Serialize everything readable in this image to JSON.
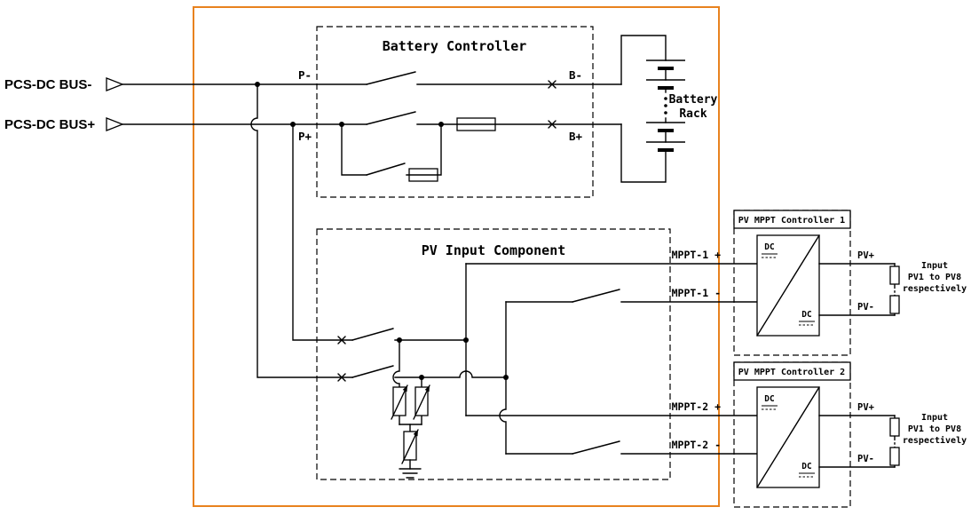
{
  "colors": {
    "line": "#000000",
    "accent_orange": "#e8821e",
    "background": "#ffffff"
  },
  "inputs": {
    "bus_minus": "PCS-DC BUS-",
    "bus_plus": "PCS-DC BUS+"
  },
  "battery_controller": {
    "title": "Battery Controller",
    "p_minus": "P-",
    "p_plus": "P+",
    "b_minus": "B-",
    "b_plus": "B+",
    "battery_rack_line1": "Battery",
    "battery_rack_line2": "Rack"
  },
  "pv_input": {
    "title": "PV Input Component",
    "mppt1_plus": "MPPT-1 +",
    "mppt1_minus": "MPPT-1 -",
    "mppt2_plus": "MPPT-2 +",
    "mppt2_minus": "MPPT-2 -"
  },
  "mppt_controller_1": {
    "title": "PV MPPT Controller 1",
    "dc_in": "DC",
    "dc_out": "DC",
    "pv_plus": "PV+",
    "pv_minus": "PV-",
    "note_line1": "Input",
    "note_line2": "PV1 to PV8",
    "note_line3": "respectively"
  },
  "mppt_controller_2": {
    "title": "PV MPPT Controller 2",
    "dc_in": "DC",
    "dc_out": "DC",
    "pv_plus": "PV+",
    "pv_minus": "PV-",
    "note_line1": "Input",
    "note_line2": "PV1 to PV8",
    "note_line3": "respectively"
  }
}
